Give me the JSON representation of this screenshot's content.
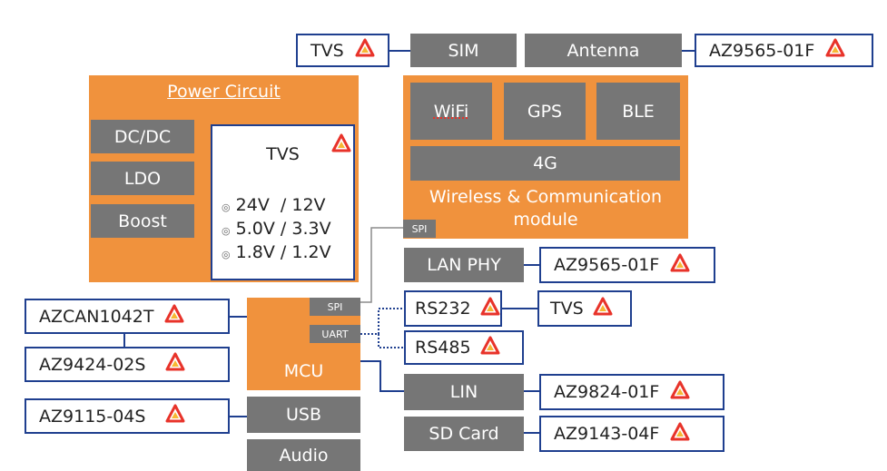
{
  "colors": {
    "orange": "#f0923d",
    "gray": "#767676",
    "navy": "#1f3f8f",
    "logo_red": "#e8332a",
    "logo_yellow": "#f7b733"
  },
  "icon": "amazing-ic-logo",
  "top": {
    "tvs": "TVS",
    "sim": "SIM",
    "antenna": "Antenna",
    "antenna_protect": "AZ9565-01F"
  },
  "power": {
    "title": "Power Circuit",
    "dcdc": "DC/DC",
    "ldo": "LDO",
    "boost": "Boost",
    "tvs_title": "TVS",
    "volt_1": "24V  / 12V",
    "volt_2": "5.0V / 3.3V",
    "volt_3": "1.8V / 1.2V",
    "bullet": "◎"
  },
  "wireless": {
    "wifi": "WiFi",
    "gps": "GPS",
    "ble": "BLE",
    "g4": "4G",
    "title_1": "Wireless & Communication",
    "title_2": "module",
    "spi": "SPI"
  },
  "mcu": {
    "label": "MCU",
    "spi": "SPI",
    "uart": "UART",
    "usb": "USB",
    "audio": "Audio"
  },
  "left": {
    "can": "AZCAN1042T",
    "az9424": "AZ9424-02S",
    "az9115": "AZ9115-04S"
  },
  "right": {
    "lan_phy": "LAN PHY",
    "lan_protect": "AZ9565-01F",
    "rs232": "RS232",
    "rs232_tvs": "TVS",
    "rs485": "RS485",
    "lin": "LIN",
    "lin_protect": "AZ9824-01F",
    "sd": "SD Card",
    "sd_protect": "AZ9143-04F"
  }
}
